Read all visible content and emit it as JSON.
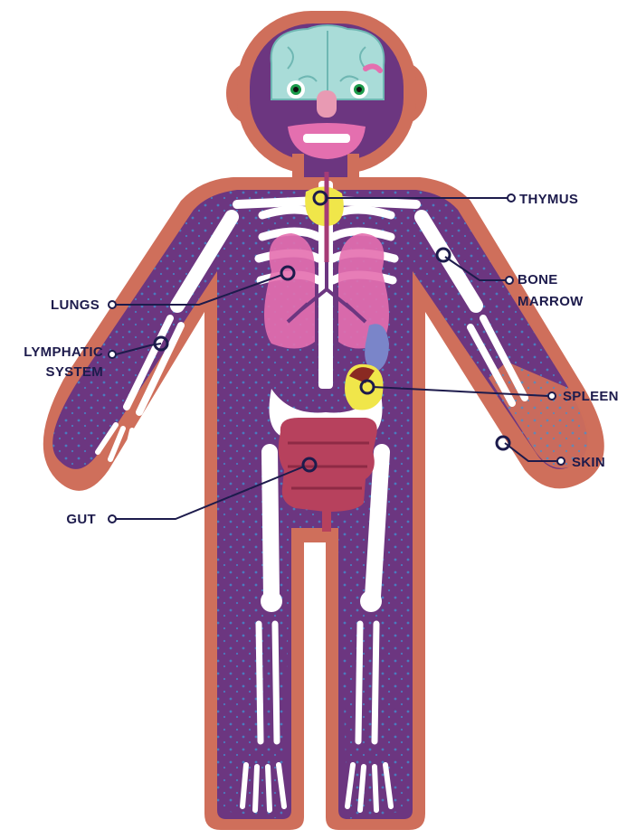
{
  "labels": {
    "thymus": "THYMUS",
    "bone_marrow_1": "BONE",
    "bone_marrow_2": "MARROW",
    "lungs": "LUNGS",
    "lymphatic_1": "LYMPHATIC",
    "lymphatic_2": "SYSTEM",
    "spleen": "SPLEEN",
    "skin": "SKIN",
    "gut": "GUT"
  },
  "colors": {
    "skin_outline": "#cf6f5b",
    "body_fill": "#6c3680",
    "bone": "#ffffff",
    "lymph": "#3f92d2",
    "lung": "#e46faf",
    "brain": "#a9dcd8",
    "thymus": "#f0e64a",
    "gut": "#b7415d",
    "callout": "#1d1b4c"
  },
  "icons": {
    "callout_marker": "ring-marker-icon"
  }
}
